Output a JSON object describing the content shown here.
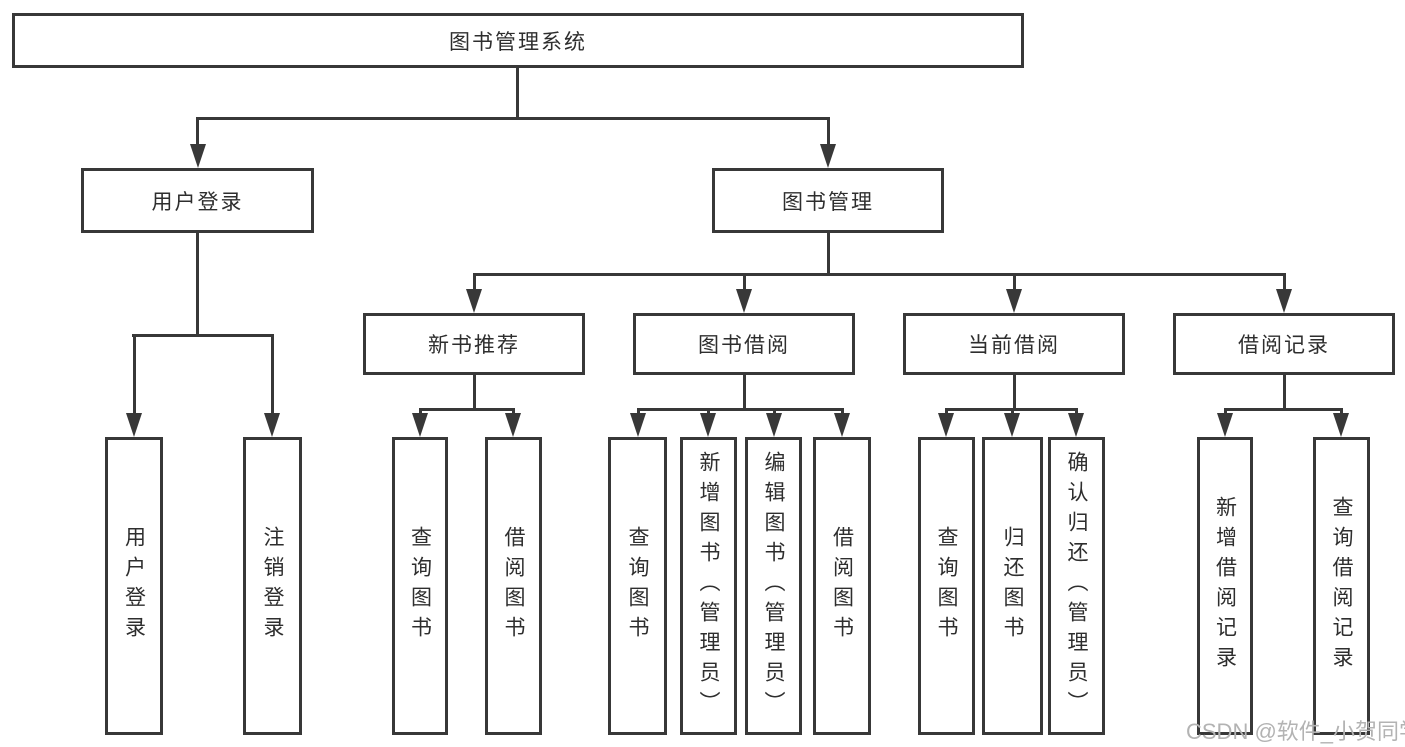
{
  "diagram": {
    "nodes": {
      "root": "图书管理系统",
      "user_login": "用户登录",
      "book_management": "图书管理",
      "new_book_recommend": "新书推荐",
      "book_borrowing": "图书借阅",
      "current_borrowing": "当前借阅",
      "borrowing_records": "借阅记录",
      "leaf_user_login": "用户登录",
      "leaf_logout": "注销登录",
      "leaf_rec_query_books": "查询图书",
      "leaf_rec_borrow_books": "借阅图书",
      "leaf_bb_query_books": "查询图书",
      "leaf_bb_add_books": "新增图书（管理员）",
      "leaf_bb_edit_books": "编辑图书（管理员）",
      "leaf_bb_borrow_books": "借阅图书",
      "leaf_cb_query_books": "查询图书",
      "leaf_cb_return_books": "归还图书",
      "leaf_cb_confirm_return": "确认归还（管理员）",
      "leaf_br_add_record": "新增借阅记录",
      "leaf_br_query_record": "查询借阅记录"
    },
    "watermark": "CSDN @软件_小贺同学",
    "colors": {
      "line": "#383838",
      "text": "#2e2e2e",
      "watermark": "#b3b3b3",
      "background": "#ffffff"
    }
  }
}
